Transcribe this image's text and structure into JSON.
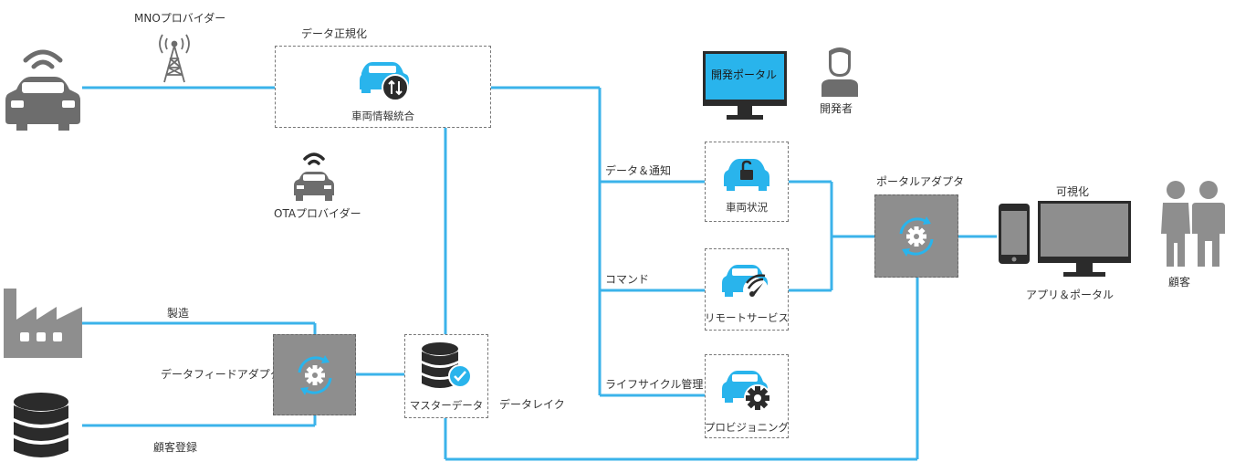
{
  "labels": {
    "mno_provider": "MNOプロバイダー",
    "data_normalization": "データ正規化",
    "vehicle_info_integration": "車両情報統合",
    "ota_provider": "OTAプロバイダー",
    "dev_portal": "開発ポータル",
    "developer": "開発者",
    "data_notification": "データ＆通知",
    "vehicle_status": "車両状況",
    "command": "コマンド",
    "remote_service": "リモートサービス",
    "lifecycle_management": "ライフサイクル管理",
    "provisioning": "プロビジョニング",
    "portal_adapter": "ポータルアダプタ",
    "visualization": "可視化",
    "app_portal": "アプリ＆ポータル",
    "customer": "顧客",
    "manufacturing": "製造",
    "data_feed_adapter": "データフィードアダプタ",
    "customer_registration": "顧客登録",
    "master_data": "マスターデータ",
    "data_lake": "データレイク"
  },
  "colors": {
    "line_blue": "#3bb3ea",
    "icon_blue": "#29b4ec",
    "icon_gray": "#6d6d6d",
    "adapter_gray": "#8e8e8e",
    "dark": "#2b2b2b"
  }
}
